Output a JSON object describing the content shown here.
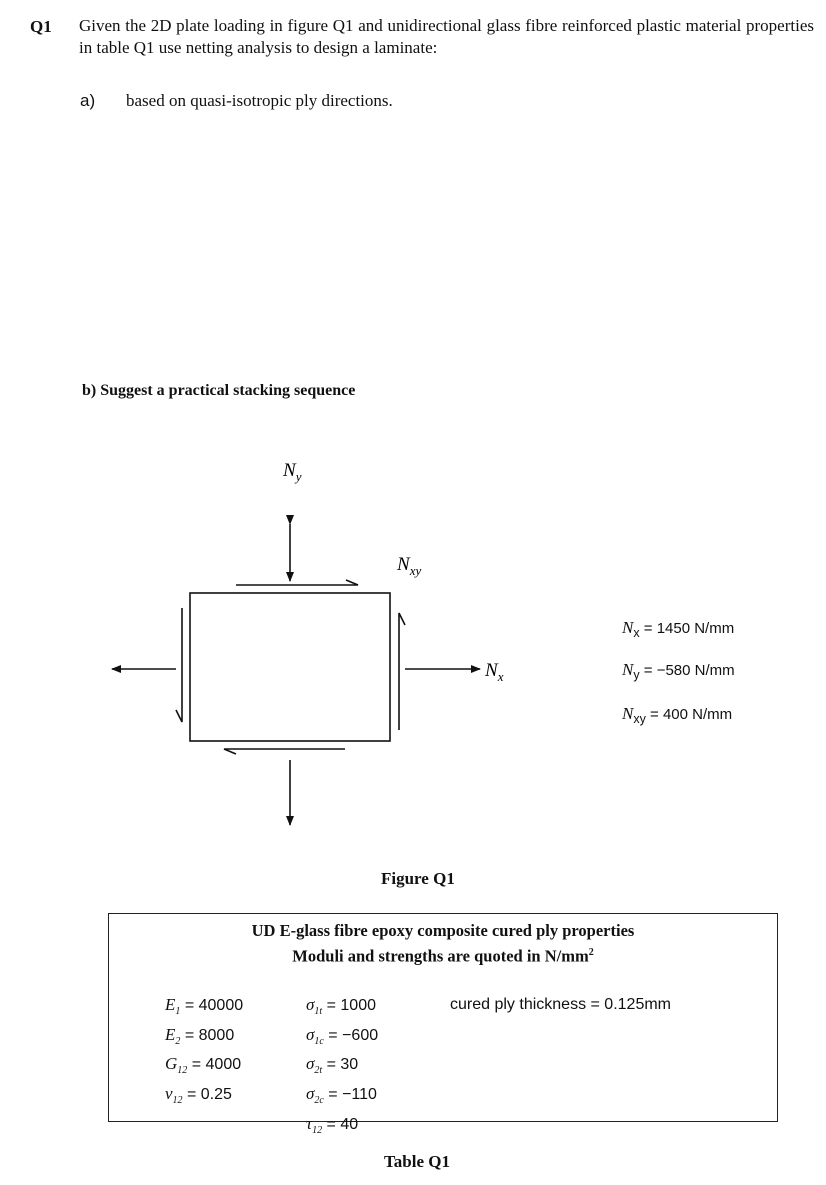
{
  "question": {
    "number": "Q1",
    "text": "Given the 2D plate loading in figure Q1 and unidirectional glass fibre reinforced plastic material properties in table Q1 use netting analysis to design a laminate:",
    "part_a_label": "a)",
    "part_a_text": "based on quasi-isotropic ply directions.",
    "part_b_text": "b) Suggest a practical stacking sequence"
  },
  "figure": {
    "label_ny": "N",
    "label_ny_sub": "y",
    "label_nxy": "N",
    "label_nxy_sub": "xy",
    "label_nx": "N",
    "label_nx_sub": "x",
    "caption": "Figure Q1",
    "loads": [
      {
        "symbol": "N",
        "sub": "x",
        "value": "= 1450 N/mm"
      },
      {
        "symbol": "N",
        "sub": "y",
        "value": "= −580 N/mm"
      },
      {
        "symbol": "N",
        "sub": "xy",
        "value": "= 400 N/mm"
      }
    ]
  },
  "table": {
    "heading_line1": "UD E-glass fibre epoxy composite cured ply properties",
    "heading_line2": "Moduli and strengths are quoted in N/mm",
    "heading_sup": "2",
    "moduli": [
      {
        "symbol": "E",
        "sub": "1",
        "value": " = 40000"
      },
      {
        "symbol": "E",
        "sub": "2",
        "value": " = 8000"
      },
      {
        "symbol": "G",
        "sub": "12",
        "value": " = 4000"
      },
      {
        "symbol": "ν",
        "sub": "12",
        "value": " = 0.25"
      }
    ],
    "strengths": [
      {
        "symbol": "σ",
        "sub": "1t",
        "value": " = 1000"
      },
      {
        "symbol": "σ",
        "sub": "1c",
        "value": " = −600"
      },
      {
        "symbol": "σ",
        "sub": "2t",
        "value": " = 30"
      },
      {
        "symbol": "σ",
        "sub": "2c",
        "value": " = −110"
      },
      {
        "symbol": "τ",
        "sub": "12",
        "value": " = 40"
      }
    ],
    "thickness": "cured ply thickness = 0.125mm",
    "caption": "Table Q1"
  }
}
